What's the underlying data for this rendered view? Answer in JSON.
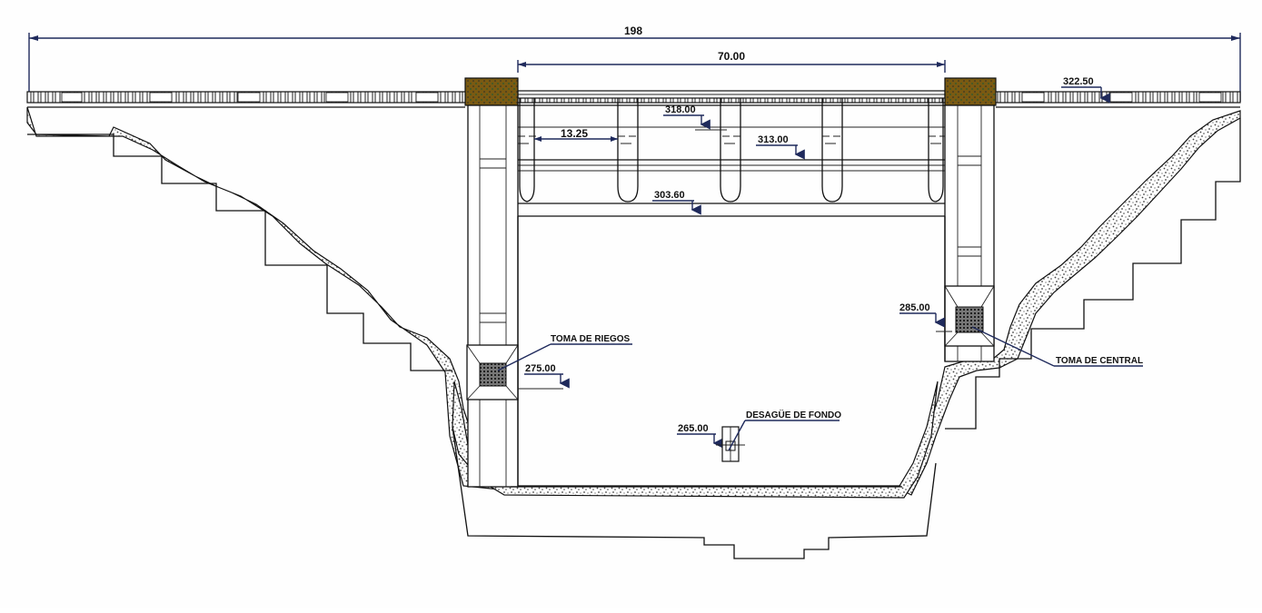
{
  "colors": {
    "line": "#111111",
    "dimension": "#1f2a5c",
    "gravel": "#444444",
    "abutment_wood": "#7a5a12",
    "abutment_cap": "#3c5a2a",
    "background": "#fefefe"
  },
  "dimensions": {
    "total_span": "198",
    "spillway_width": "70.00",
    "bay_width": "13.25"
  },
  "levels": {
    "deck": "322.50",
    "pier_cap": "318.00",
    "water": "313.00",
    "crest": "303.60",
    "central_intake": "285.00",
    "irrigation_intake": "275.00",
    "bottom_outlet": "265.00"
  },
  "labels": {
    "irrigation_intake": "TOMA DE RIEGOS",
    "central_intake": "TOMA DE CENTRAL",
    "bottom_outlet": "DESAGÜE DE FONDO"
  }
}
